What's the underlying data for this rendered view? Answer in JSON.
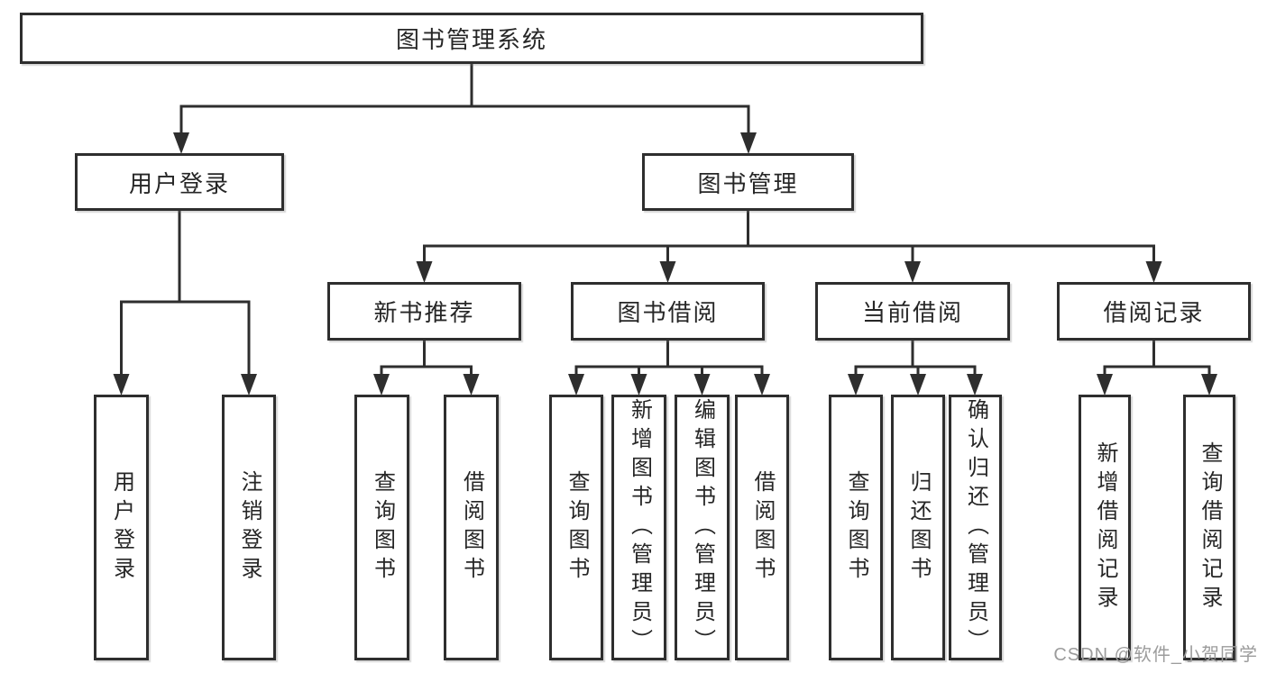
{
  "diagram": {
    "title": "图书管理系统",
    "root": {
      "label": "图书管理系统"
    },
    "level2": [
      {
        "label": "用户登录",
        "parent": "图书管理系统"
      },
      {
        "label": "图书管理",
        "parent": "图书管理系统"
      }
    ],
    "level3": [
      {
        "label": "新书推荐",
        "parent": "图书管理"
      },
      {
        "label": "图书借阅",
        "parent": "图书管理"
      },
      {
        "label": "当前借阅",
        "parent": "图书管理"
      },
      {
        "label": "借阅记录",
        "parent": "图书管理"
      }
    ],
    "leaves": [
      {
        "label": "用户登录",
        "parent": "用户登录"
      },
      {
        "label": "注销登录",
        "parent": "用户登录"
      },
      {
        "label": "查询图书",
        "parent": "新书推荐"
      },
      {
        "label": "借阅图书",
        "parent": "新书推荐"
      },
      {
        "label": "查询图书",
        "parent": "图书借阅"
      },
      {
        "label": "新增图书（管理员）",
        "parent": "图书借阅"
      },
      {
        "label": "编辑图书（管理员）",
        "parent": "图书借阅"
      },
      {
        "label": "借阅图书",
        "parent": "图书借阅"
      },
      {
        "label": "查询图书",
        "parent": "当前借阅"
      },
      {
        "label": "归还图书",
        "parent": "当前借阅"
      },
      {
        "label": "确认归还（管理员）",
        "parent": "当前借阅"
      },
      {
        "label": "新增借阅记录",
        "parent": "借阅记录"
      },
      {
        "label": "查询借阅记录",
        "parent": "借阅记录"
      }
    ]
  },
  "watermark": {
    "text": "CSDN @软件_小贺同学"
  },
  "colors": {
    "line": "#2e2e2e",
    "box_border": "#2e2e2e",
    "box_fill": "#ffffff",
    "text": "#262626",
    "watermark": "#9c9c9c",
    "background": "#ffffff"
  }
}
